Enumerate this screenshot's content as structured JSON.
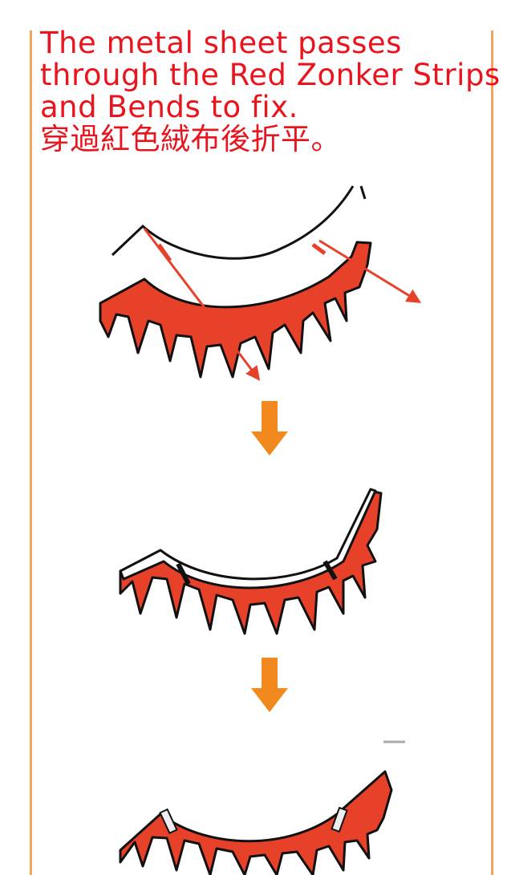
{
  "caption": {
    "line1": "The metal sheet passes",
    "line2": "through the Red Zonker Strips",
    "line3": "and Bends to fix.",
    "line4": "穿過紅色絨布後折平。"
  },
  "colors": {
    "text": "#e8141e",
    "frame": "#f5a25a",
    "zonker": "#e8412a",
    "outline": "#111111",
    "arrow_red": "#e8412a",
    "arrow_orange": "#f2891f"
  },
  "icons": [
    "metal-sheet-icon",
    "zonker-strip-icon",
    "direction-arrow-icon",
    "step-arrow-down-icon"
  ]
}
